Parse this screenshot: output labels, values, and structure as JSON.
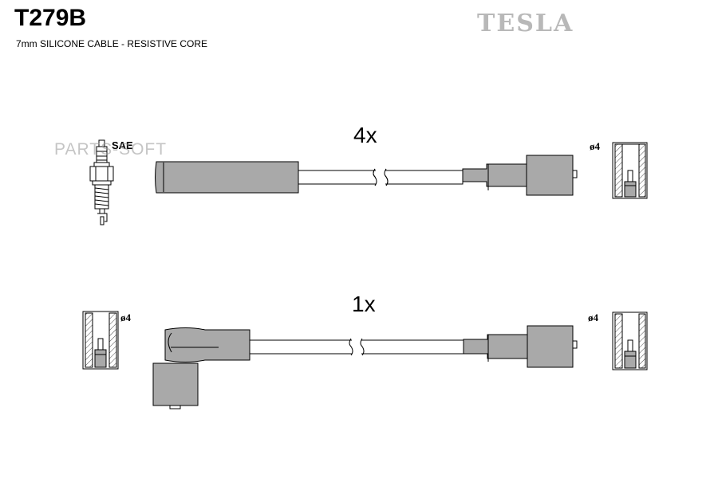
{
  "header": {
    "part_number": "T279B",
    "description": "7mm SILICONE CABLE - RESISTIVE CORE",
    "brand": "TESLA"
  },
  "watermark": "PARTS-SOFT",
  "sets": [
    {
      "quantity": "4x",
      "left_label": "SAE",
      "right_label": "ø4"
    },
    {
      "quantity": "1x",
      "left_label": "ø4",
      "right_label": "ø4"
    }
  ],
  "colors": {
    "part_fill": "#a9a9a9",
    "outline": "#000000",
    "brand_gray": "#b8b8b8"
  }
}
